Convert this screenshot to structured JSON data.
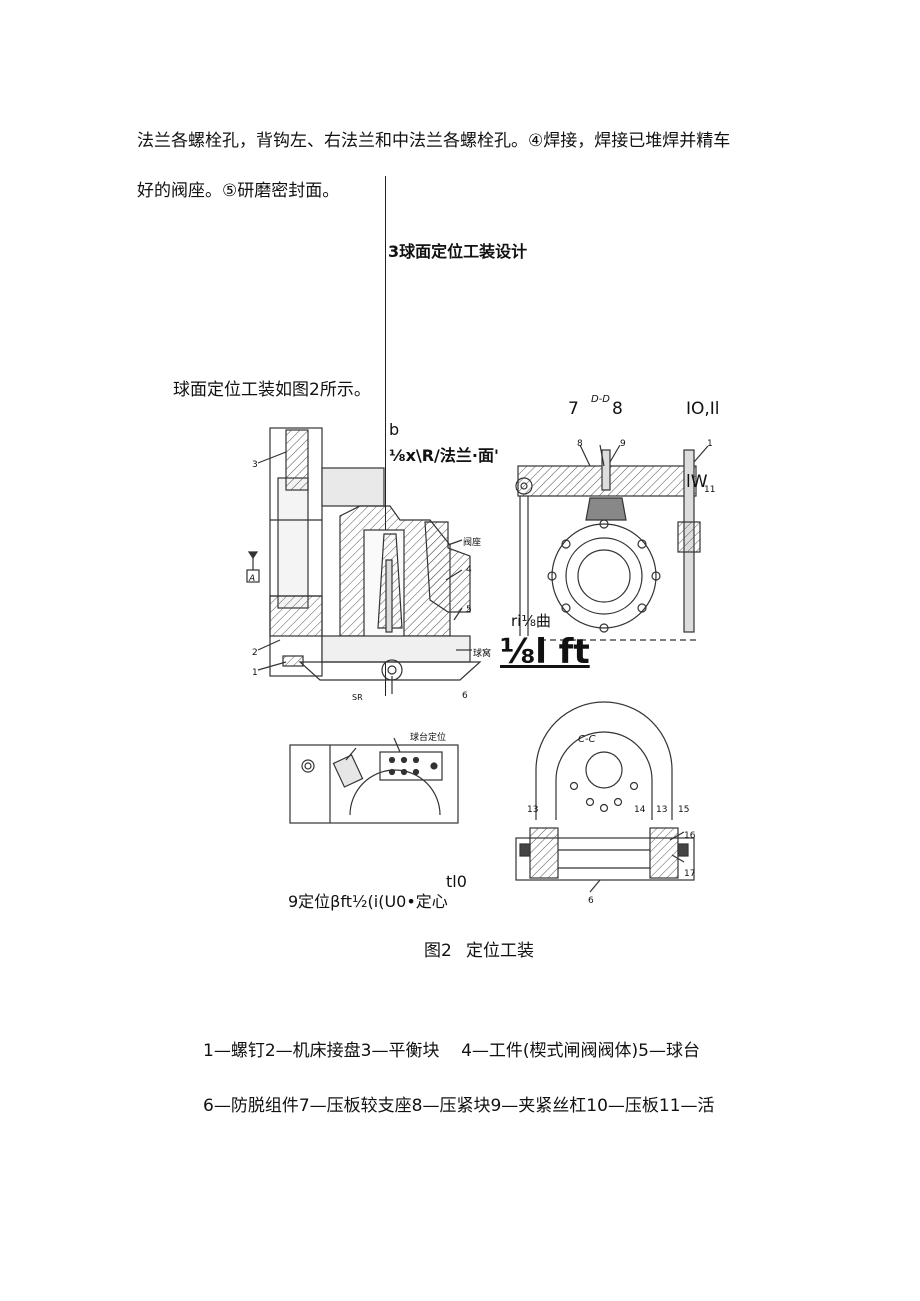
{
  "paragraph": {
    "line1": "法兰各螺栓孔，背钩左、右法兰和中法兰各螺栓孔。④焊接，焊接已堆焊并精车",
    "line2": "好的阀座。⑤研磨密封面。"
  },
  "section_heading": "3球面定位工装设计",
  "intro": "球面定位工装如图2所示。",
  "figure": {
    "ocr_b": "b",
    "ocr_flange": "⅛x\\R/法兰·面'",
    "ocr_dd_left": "7",
    "ocr_dd_title": "D-D",
    "ocr_dd_right": "8",
    "ocr_io": "IO,Il",
    "ocr_w": "lW",
    "ocr_ri": "ri⅛曲",
    "ocr_big": "⅛l ft",
    "ocr_tl0": "tl0",
    "ocr_bottom": "9定位βft½(i(U0•定心",
    "cc_title": "C-C",
    "label_famian": "阀座",
    "label_qiutai": "球窝",
    "label_dingwei": "球台定位",
    "label_A": "A",
    "label_SR": "SR",
    "nums_left": [
      "3",
      "4",
      "5",
      "2",
      "1",
      "6"
    ],
    "nums_right": [
      "8",
      "9",
      "1",
      "11"
    ],
    "nums_cc": [
      "13",
      "14",
      "13",
      "15",
      "16",
      "17",
      "6"
    ]
  },
  "caption": {
    "label": "图2",
    "title": "定位工装"
  },
  "legend": {
    "line1": "1—螺钉2—机床接盘3—平衡块    4—工件(楔式闸阀阀体)5—球台",
    "line2": "6—防脱组件7—压板较支座8—压紧块9—夹紧丝杠10—压板11—活"
  }
}
